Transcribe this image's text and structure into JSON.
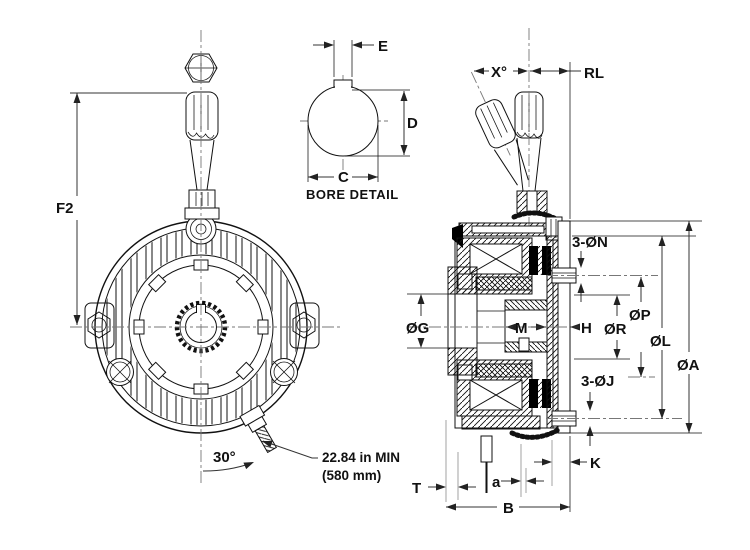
{
  "title": "Motor brake dimensional drawing",
  "front_view": {
    "f2": "F2",
    "angle": "30°",
    "min_note_1": "22.84 in MIN",
    "min_note_2": "(580 mm)"
  },
  "bore_detail": {
    "title": "BORE DETAIL",
    "e": "E",
    "d": "D",
    "c": "C"
  },
  "side_view": {
    "x_angle": "X°",
    "rl": "RL",
    "n_holes": "3-ØN",
    "p_dia": "ØP",
    "r_dia": "ØR",
    "l_dia": "ØL",
    "a_dia": "ØA",
    "g_dia": "ØG",
    "m": "M",
    "h": "H",
    "j_holes": "3-ØJ",
    "k": "K",
    "t": "T",
    "air_gap": "a",
    "b": "B"
  },
  "colors": {
    "line": "#111111",
    "dimension": "#333333",
    "centerline": "#777777",
    "extension": "#999999",
    "background": "#ffffff"
  }
}
